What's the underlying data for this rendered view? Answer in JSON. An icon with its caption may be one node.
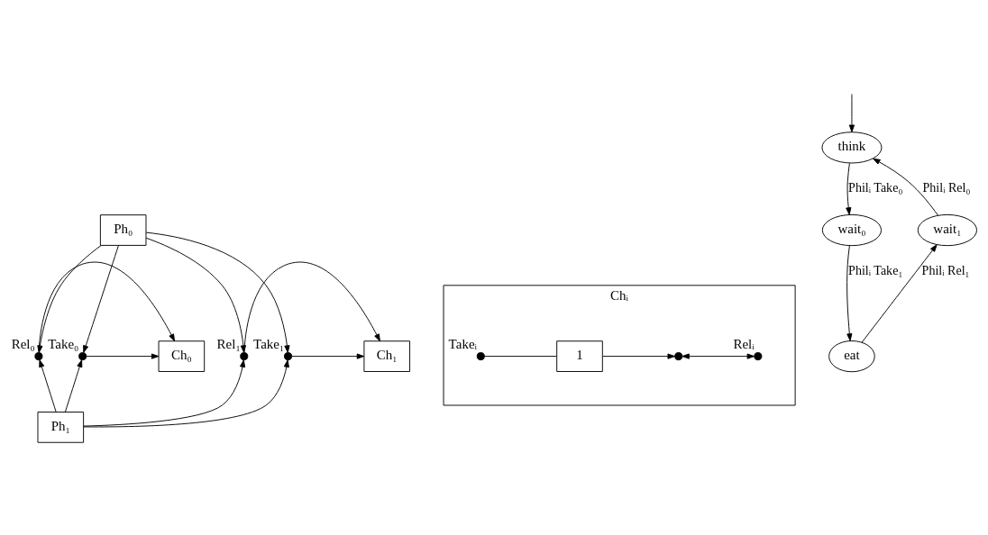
{
  "diagram": {
    "nodes": [
      {
        "text": [
          "Ph₀"
        ]
      },
      {
        "text": [],
        "shape": "circle",
        "beside": [
          "Rel₀"
        ]
      },
      {
        "text": [
          "Ch₀"
        ]
      },
      {
        "text": [],
        "shape": "circle",
        "beside": [
          "Take₀"
        ]
      },
      {
        "text": [],
        "shape": "circle",
        "beside": [
          "Rel₁"
        ]
      },
      {
        "text": [
          "Ch₁"
        ]
      },
      {
        "text": [],
        "shape": "circle",
        "beside": [
          "Take₁"
        ]
      },
      {
        "text": [
          "Ph₁"
        ]
      },
      {
        "text": [
          "Chᵢ"
        ]
      },
      {
        "text": [],
        "shape": "circle",
        "beside": [
          "Takeᵢ"
        ],
        "in": 8
      },
      {
        "text": [
          "1"
        ],
        "in": 8
      },
      {
        "text": [],
        "shape": "circle",
        "in": 8
      },
      {
        "text": [],
        "shape": "circle",
        "beside": [
          "Relᵢ"
        ],
        "in": 8
      },
      {
        "text": [
          "think"
        ]
      },
      {
        "text": [
          "wait₀"
        ]
      },
      {
        "text": [
          "wait₁"
        ]
      },
      {
        "text": [
          "eat"
        ]
      }
    ],
    "edges": [
      {
        "from": 0,
        "to": 1,
        "arrow": "to"
      },
      {
        "from": 0,
        "to": 3,
        "arrow": "to"
      },
      {
        "from": 0,
        "to": 4,
        "arrow": "to"
      },
      {
        "from": 0,
        "to": 6,
        "arrow": "to"
      },
      {
        "from": 1,
        "to": 2,
        "arrow": "to"
      },
      {
        "from": 3,
        "to": 2,
        "arrow": "to"
      },
      {
        "from": 4,
        "to": 5,
        "arrow": "to"
      },
      {
        "from": 6,
        "to": 5,
        "arrow": "to"
      },
      {
        "from": 7,
        "to": 1,
        "arrow": "to"
      },
      {
        "from": 7,
        "to": 3,
        "arrow": "to"
      },
      {
        "from": 7,
        "to": 4,
        "arrow": "to"
      },
      {
        "from": 7,
        "to": 6,
        "arrow": "to"
      },
      {
        "from": 9,
        "to": 10,
        "arrow": "none"
      },
      {
        "from": 10,
        "to": 11,
        "arrow": "to"
      },
      {
        "from": 11,
        "to": 12,
        "arrow": "both"
      },
      {
        "from": null,
        "to": 13,
        "arrow": "to"
      },
      {
        "from": 13,
        "to": 14,
        "label": "Philᵢ Take₀",
        "arrow": "to"
      },
      {
        "from": 14,
        "to": 16,
        "label": "Philᵢ Take₁",
        "arrow": "to"
      },
      {
        "from": 16,
        "to": 15,
        "label": "Philᵢ Rel₁",
        "arrow": "to"
      },
      {
        "from": 15,
        "to": 13,
        "label": "Philᵢ Rel₀",
        "arrow": "to"
      }
    ]
  }
}
